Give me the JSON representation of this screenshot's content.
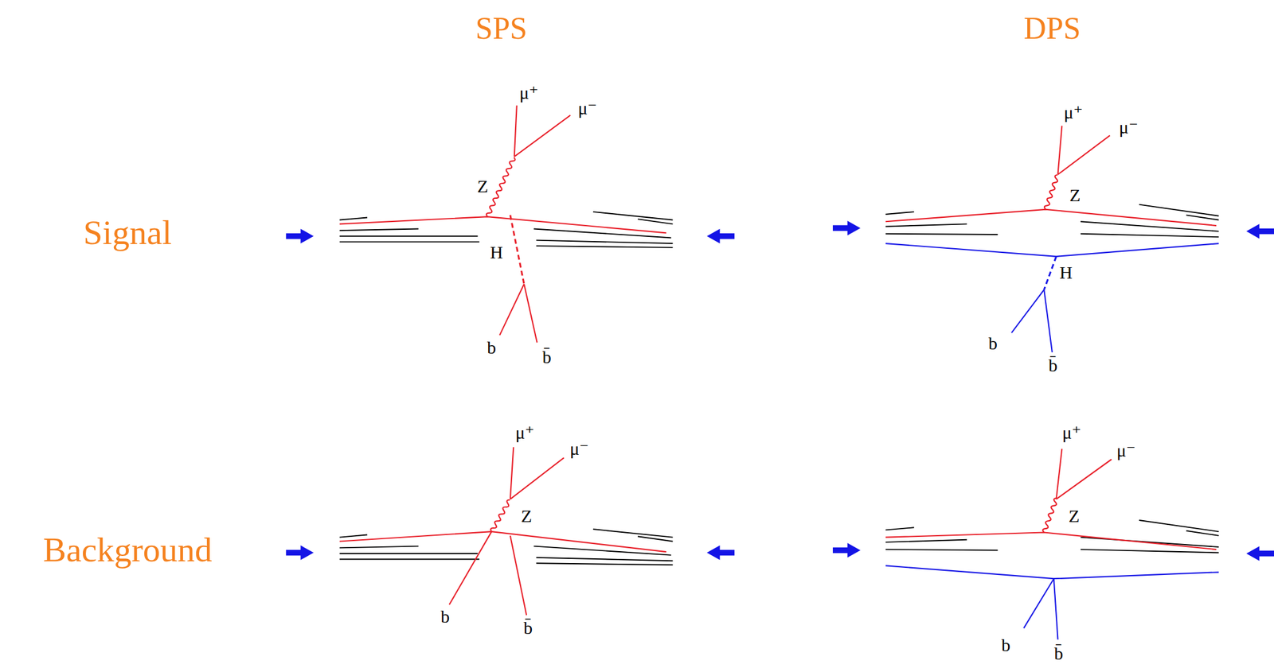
{
  "diagram": {
    "labels": [
      "SPS",
      "DPS",
      "Signal",
      "μ⁺",
      "μ⁻",
      "Z",
      "H",
      "b",
      "b̄",
      "μ⁺",
      "μ⁻",
      "Z",
      "H",
      "b",
      "b̄",
      "Background",
      "μ⁺",
      "μ⁻",
      "Z",
      "b",
      "b̄",
      "μ⁺",
      "μ⁻",
      "Z",
      "b",
      "b̄"
    ]
  }
}
